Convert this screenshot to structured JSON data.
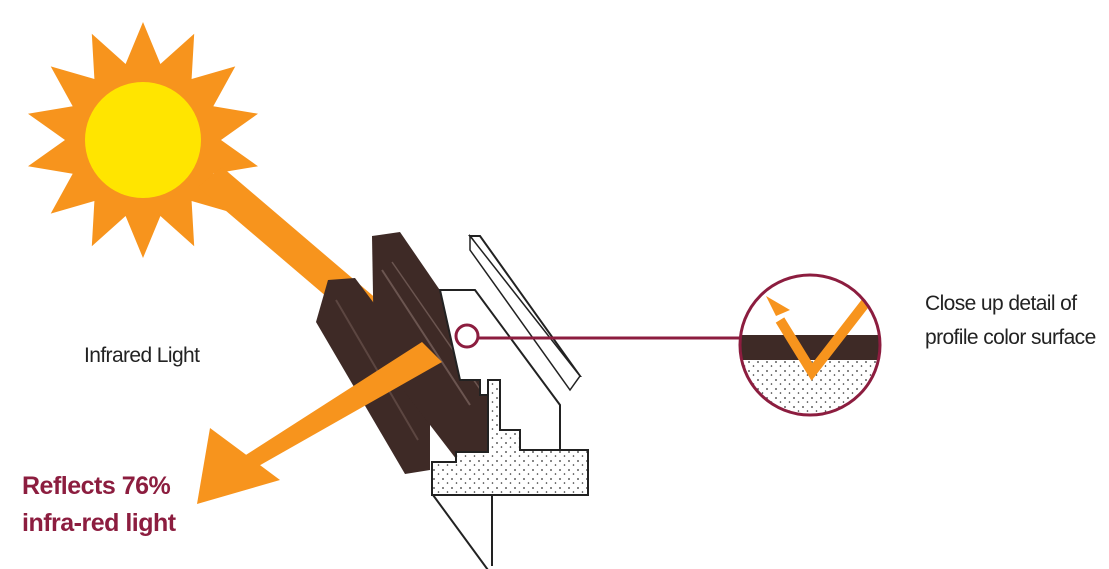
{
  "labels": {
    "infrared": "Infrared Light",
    "closeup_line1": "Close up detail of",
    "closeup_line2": "profile color surface",
    "reflects_line1": "Reflects 76%",
    "reflects_line2": "infra-red light"
  },
  "colors": {
    "sun_core": "#ffe500",
    "sun_rays": "#f7941d",
    "light_beam": "#f7941d",
    "profile_brown": "#3e2a26",
    "accent": "#8c1d3f",
    "text": "#222222"
  },
  "icons": {
    "sun": "sun-icon",
    "magnifier": "magnifier-circle-icon"
  }
}
